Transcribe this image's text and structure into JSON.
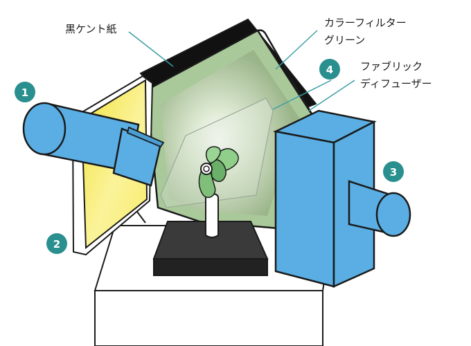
{
  "labels": {
    "black_kent_paper": "黒ケント紙",
    "color_filter_line1": "カラーフィルター",
    "color_filter_line2": "グリーン",
    "fabric_diffuser_line1": "ファブリック",
    "fabric_diffuser_line2": "ディフューザー"
  },
  "badges": {
    "light_left": "1",
    "reflector": "2",
    "light_right": "3",
    "diffuser": "4"
  },
  "colors": {
    "light_blue": "#5aaee3",
    "outline": "#1a1a1a",
    "badge_teal": "#2a8f8f",
    "leader_line": "#3a9ea5",
    "black_paper": "#111111",
    "green_filter": "#b9d7a8",
    "yellow_reflector": "#f4e64c",
    "stage_dark": "#2b2b2b",
    "pedestal": "#ffffff"
  }
}
